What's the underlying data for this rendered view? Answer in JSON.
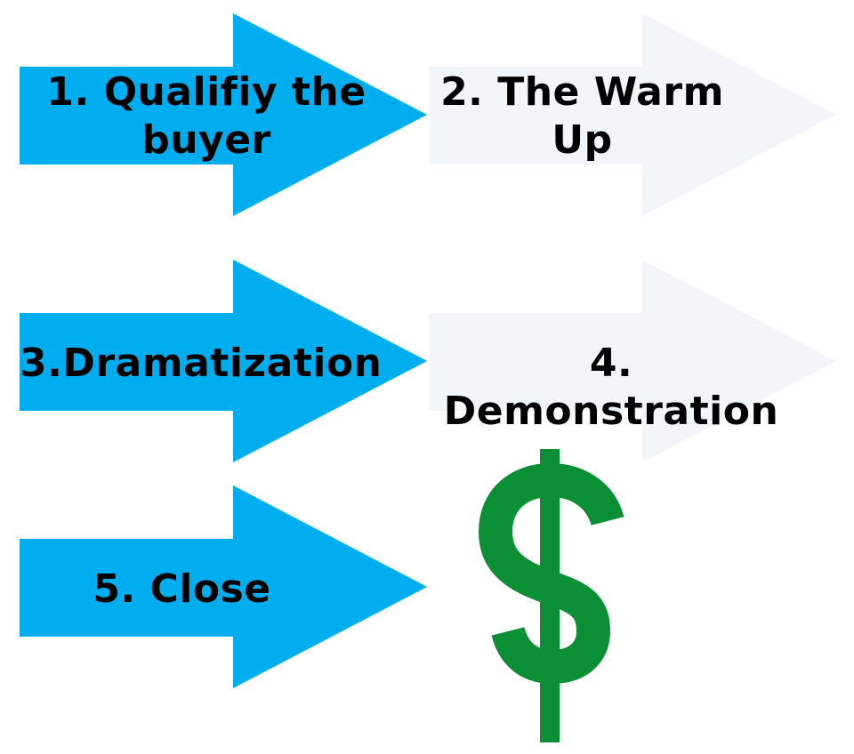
{
  "steps": [
    {
      "label_line1": "1. Qualifiy the",
      "label_line2": "buyer"
    },
    {
      "label_line1": "2. The Warm",
      "label_line2": "Up"
    },
    {
      "label_line1": "3.Dramatization"
    },
    {
      "label_line1": "4. Demonstration"
    },
    {
      "label_line1": "5. Close"
    }
  ],
  "colors": {
    "blue_arrow": "#00AEEF",
    "pale_arrow": "#F2F6F8",
    "dollar_green": "#0A8F34"
  },
  "icons": {
    "final": "dollar-sign-icon"
  }
}
